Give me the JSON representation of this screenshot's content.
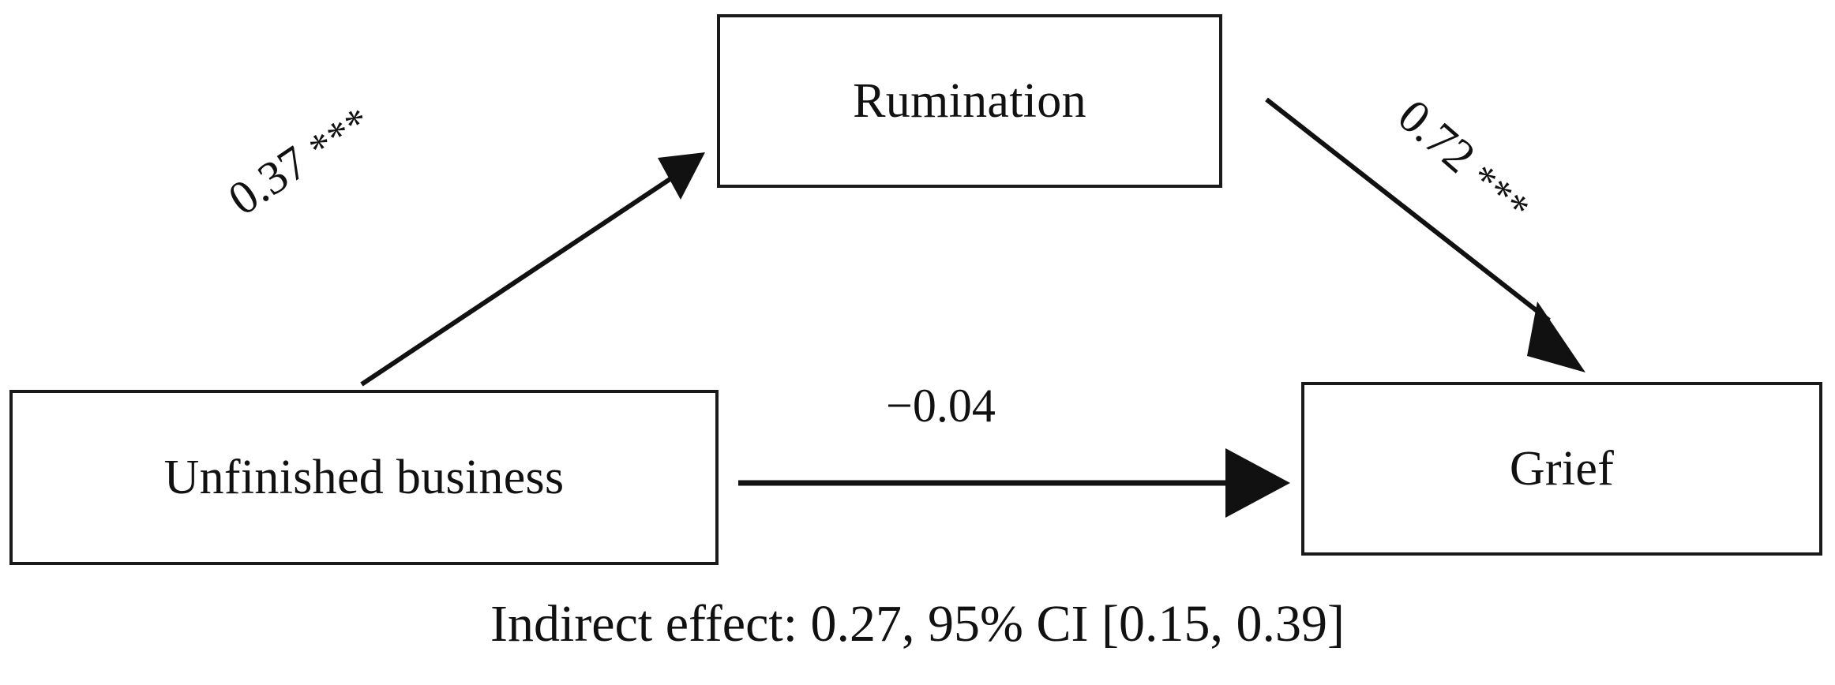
{
  "figure": {
    "type": "mediation-path-diagram",
    "background_color": "#ffffff",
    "line_color": "#111111",
    "box_border_color": "#1a1a1a"
  },
  "nodes": {
    "predictor": {
      "label": "Unfinished business"
    },
    "mediator": {
      "label": "Rumination"
    },
    "outcome": {
      "label": "Grief"
    }
  },
  "paths": {
    "a": {
      "from": "Unfinished business",
      "to": "Rumination",
      "coefficient": "0.37",
      "significance": "***"
    },
    "b": {
      "from": "Rumination",
      "to": "Grief",
      "coefficient": "0.72",
      "significance": "***"
    },
    "c_prime": {
      "from": "Unfinished business",
      "to": "Grief",
      "coefficient": "−0.04",
      "significance": ""
    }
  },
  "caption": {
    "text": "Indirect effect: 0.27, 95% CI [0.15, 0.39]"
  },
  "chart_data": {
    "type": "diagram",
    "title": "",
    "nodes": [
      "Unfinished business",
      "Rumination",
      "Grief"
    ],
    "edges": [
      {
        "source": "Unfinished business",
        "target": "Rumination",
        "value": 0.37,
        "label": "0.37 ***",
        "significant": true
      },
      {
        "source": "Rumination",
        "target": "Grief",
        "value": 0.72,
        "label": "0.72 ***",
        "significant": true
      },
      {
        "source": "Unfinished business",
        "target": "Grief",
        "value": -0.04,
        "label": "−0.04",
        "significant": false
      }
    ],
    "annotations": [
      "Indirect effect: 0.27, 95% CI [0.15, 0.39]"
    ],
    "indirect_effect": 0.27,
    "ci_lower": 0.15,
    "ci_upper": 0.39
  }
}
